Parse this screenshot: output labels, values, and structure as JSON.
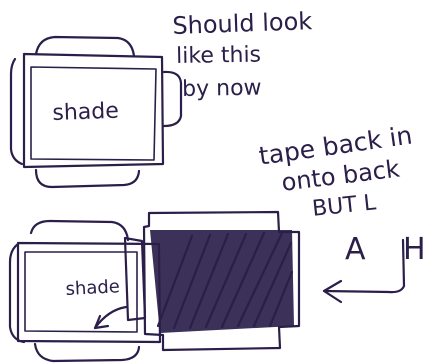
{
  "labels": {
    "shade_top": "shade",
    "shade_bottom": "shade",
    "note_top_line_1": "Should look",
    "note_top_line_2": "like this",
    "note_top_line_3": "by now",
    "tape_line_1": "tape back in",
    "tape_line_2": "onto back",
    "tape_line_3": "BUT L",
    "tape_line_4": "A H"
  },
  "colors": {
    "ink": "#2b1f4a",
    "paper": "#ffffff"
  }
}
